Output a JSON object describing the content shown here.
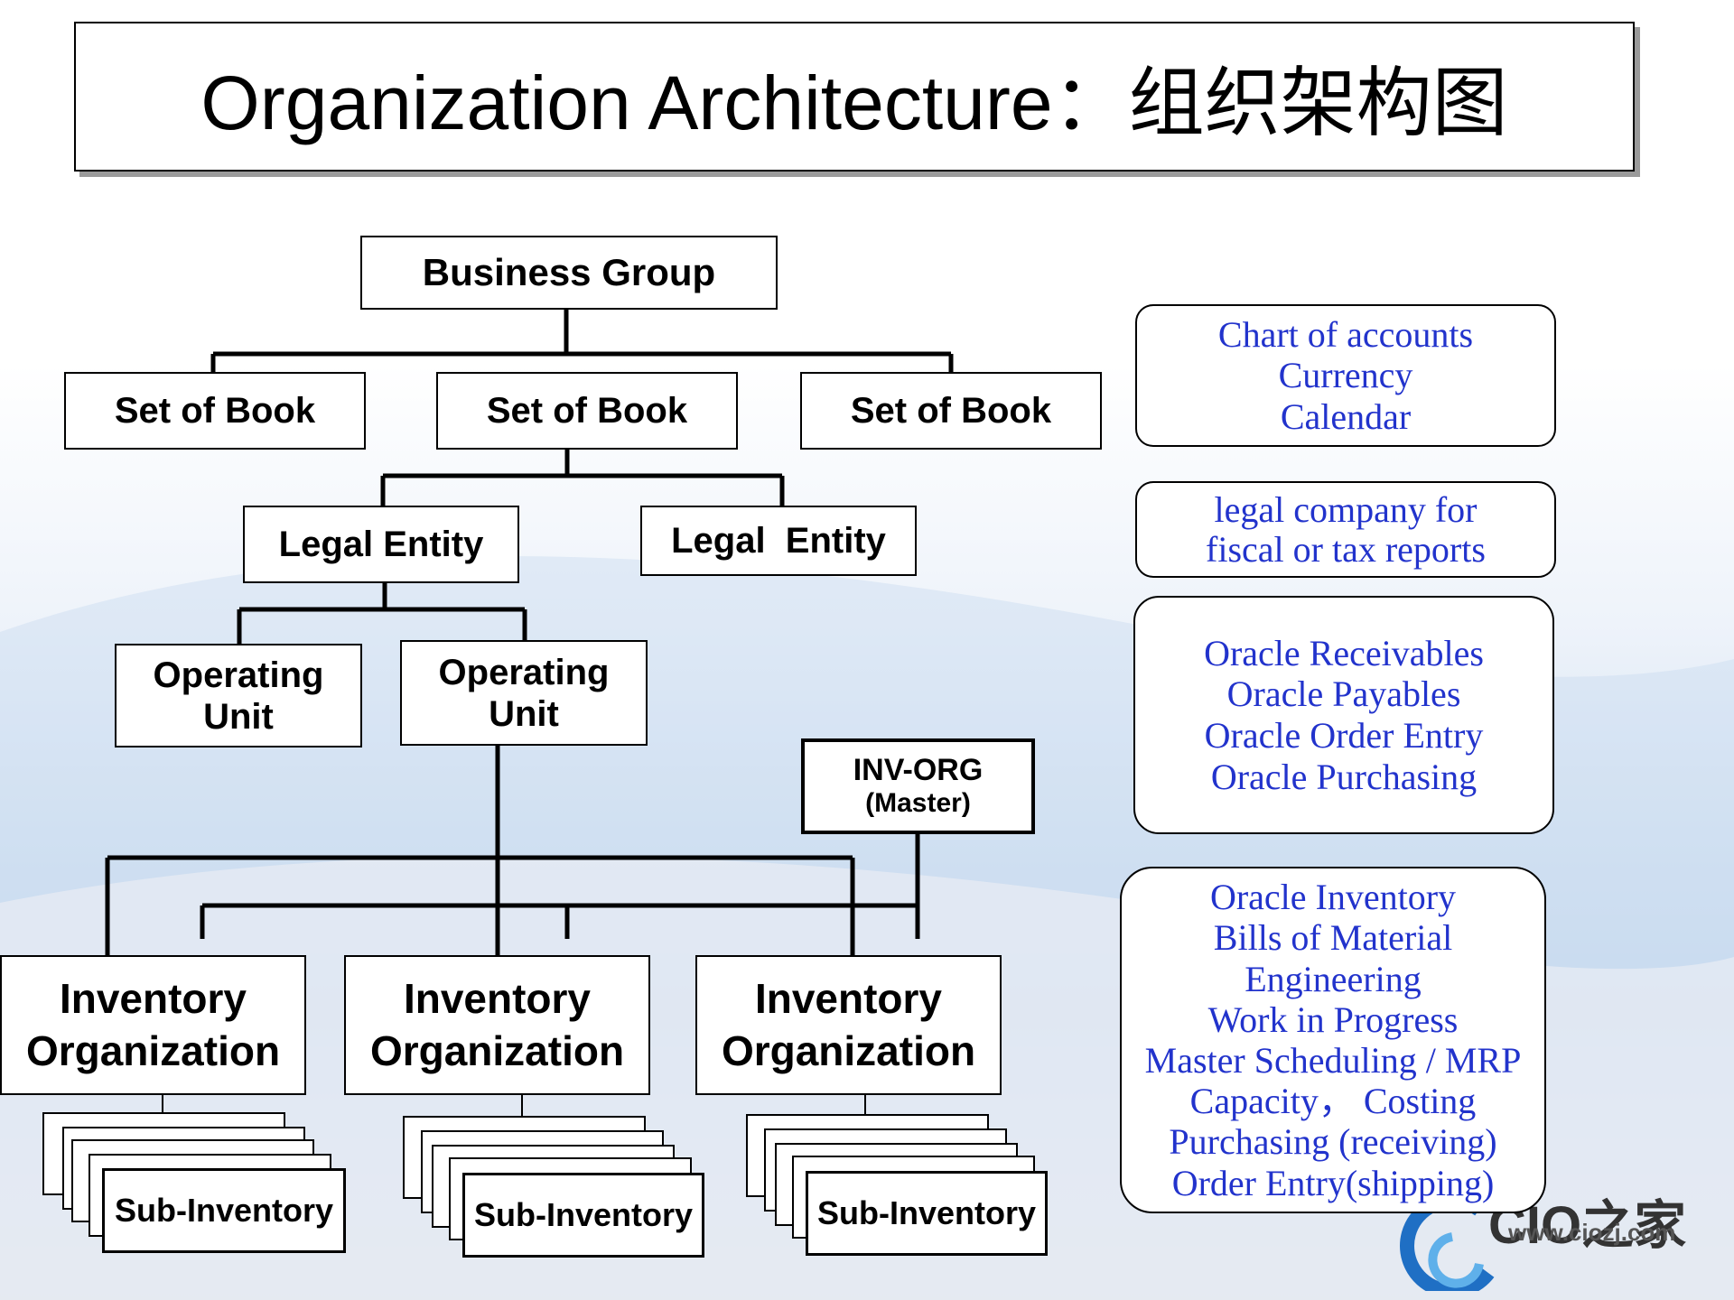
{
  "title": "Organization Architecture：组织架构图",
  "nodes": {
    "business_group": "Business Group",
    "set_of_book": [
      "Set of Book",
      "Set of Book",
      "Set of Book"
    ],
    "legal_entity": [
      "Legal Entity",
      "Legal  Entity"
    ],
    "operating_unit": [
      [
        "Operating",
        "Unit"
      ],
      [
        "Operating",
        "Unit"
      ]
    ],
    "inv_org_master": [
      "INV-ORG",
      "(Master)"
    ],
    "inventory_organization": [
      [
        "Inventory",
        "Organization"
      ],
      [
        "Inventory",
        "Organization"
      ],
      [
        "Inventory",
        "Organization"
      ]
    ],
    "sub_inventory": [
      "Sub-Inventory",
      "Sub-Inventory",
      "Sub-Inventory"
    ]
  },
  "notes": {
    "set_of_book": [
      "Chart of accounts",
      "Currency",
      "Calendar"
    ],
    "legal_entity": [
      "legal company for",
      "fiscal or tax reports"
    ],
    "operating_unit": [
      "Oracle Receivables",
      "Oracle Payables",
      "Oracle Order Entry",
      "Oracle Purchasing"
    ],
    "inventory_organization": [
      "Oracle Inventory",
      "Bills of Material",
      "Engineering",
      "Work in Progress",
      "Master Scheduling / MRP",
      "Capacity， Costing",
      "Purchasing (receiving)",
      "Order Entry(shipping)"
    ]
  },
  "logo": {
    "brand": "CIO之家",
    "url": "www.ciozj.com"
  },
  "colors": {
    "note_text": "#2233cc",
    "line": "#000000"
  }
}
